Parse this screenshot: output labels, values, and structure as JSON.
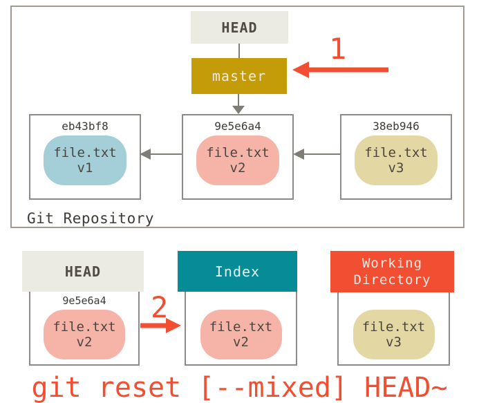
{
  "repository": {
    "title": "Git Repository",
    "head_label": "HEAD",
    "branch_label": "master",
    "commits": [
      {
        "sha": "eb43bf8",
        "file": "file.txt",
        "version": "v1"
      },
      {
        "sha": "9e5e6a4",
        "file": "file.txt",
        "version": "v2"
      },
      {
        "sha": "38eb946",
        "file": "file.txt",
        "version": "v3"
      }
    ]
  },
  "steps": {
    "one": "1",
    "two": "2"
  },
  "trees": {
    "head": {
      "label": "HEAD",
      "sha": "9e5e6a4",
      "file": "file.txt",
      "version": "v2"
    },
    "index": {
      "label": "Index",
      "file": "file.txt",
      "version": "v2"
    },
    "working_directory": {
      "label_line1": "Working",
      "label_line2": "Directory",
      "file": "file.txt",
      "version": "v3"
    }
  },
  "caption": "git reset [--mixed] HEAD~",
  "colors": {
    "branch_gold": "#c49c08",
    "head_beige": "#ecebe2",
    "index_teal": "#058c96",
    "working_dir_orange": "#f14e32",
    "step_red": "#f14e32",
    "blob_blue": "#a4cfd9",
    "blob_pink": "#f6b4a8",
    "blob_tan": "#e3d7a3",
    "box_border_gray": "#8d8a85",
    "connector_gray": "#807c76"
  }
}
